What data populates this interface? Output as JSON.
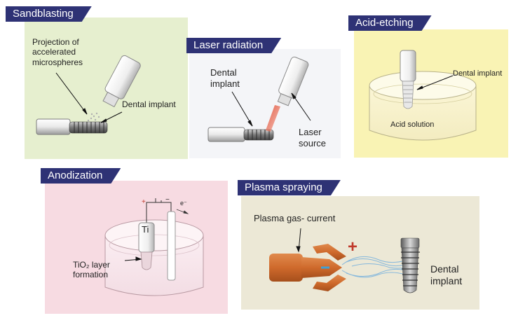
{
  "panels": {
    "sandblasting": {
      "title": "Sandblasting",
      "label_projection": [
        "Projection of",
        "accelerated",
        "microspheres"
      ],
      "label_implant": "Dental implant",
      "bg_color": "#e6efcf"
    },
    "laser": {
      "title": "Laser radiation",
      "label_implant": [
        "Dental",
        "implant"
      ],
      "label_source": [
        "Laser",
        "source"
      ],
      "bg_color": "#f4f5f8"
    },
    "acid": {
      "title": "Acid-etching",
      "label_implant": "Dental implant",
      "label_solution": "Acid solution",
      "bg_color": "#f9f3b4"
    },
    "anodization": {
      "title": "Anodization",
      "label_ti": "Ti",
      "label_layer": [
        "TiO₂ layer",
        "formation"
      ],
      "label_plus": "+",
      "label_minus": "−",
      "label_electron": "e⁻",
      "bg_color": "#f7dbe2"
    },
    "plasma": {
      "title": "Plasma spraying",
      "label_current": "Plasma gas- current",
      "label_implant": [
        "Dental",
        "implant"
      ],
      "label_plus": "+",
      "bg_color": "#ece8d6"
    }
  },
  "colors": {
    "tag_bg": "#2e3275",
    "plasma_torch": "#cf6a2c",
    "laser_beam": "#e0442a",
    "plus_red": "#c0392b"
  }
}
